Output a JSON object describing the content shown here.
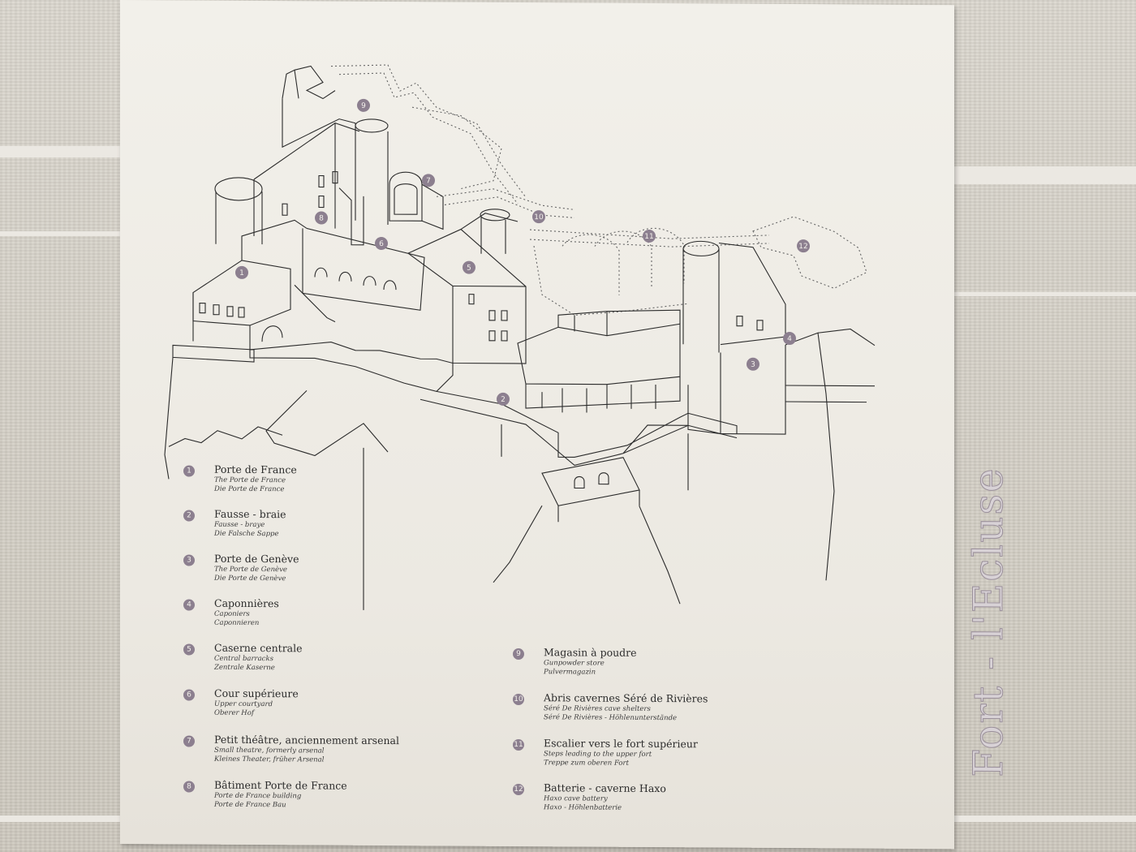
{
  "title": "Fort - l'Ecluse",
  "legend": [
    {
      "num": "1",
      "fr": "Porte de France",
      "en": "The Porte de France",
      "de": "Die Porte de France"
    },
    {
      "num": "2",
      "fr": "Fausse - braie",
      "en": "Fausse - braye",
      "de": "Die Falsche Sappe"
    },
    {
      "num": "3",
      "fr": "Porte de Genève",
      "en": "The Porte de Genève",
      "de": "Die Porte de Genève"
    },
    {
      "num": "4",
      "fr": "Caponnières",
      "en": "Caponiers",
      "de": "Caponnieren"
    },
    {
      "num": "5",
      "fr": "Caserne centrale",
      "en": "Central barracks",
      "de": "Zentrale Kaserne"
    },
    {
      "num": "6",
      "fr": "Cour supérieure",
      "en": "Upper courtyard",
      "de": "Oberer Hof"
    },
    {
      "num": "7",
      "fr": "Petit théâtre, anciennement arsenal",
      "en": "Small theatre, formerly arsenal",
      "de": "Kleines Theater, früher Arsenal"
    },
    {
      "num": "8",
      "fr": "Bâtiment Porte de France",
      "en": "Porte de France building",
      "de": "Porte de France Bau"
    },
    {
      "num": "9",
      "fr": "Magasin à poudre",
      "en": "Gunpowder store",
      "de": "Pulvermagazin"
    },
    {
      "num": "10",
      "fr": "Abris cavernes Séré de Rivières",
      "en": "Séré De Rivières cave shelters",
      "de": "Séré De Rivières - Höhlenunterstände"
    },
    {
      "num": "11",
      "fr": "Escalier vers le fort supérieur",
      "en": "Steps leading to the upper fort",
      "de": "Treppe zum oberen Fort"
    },
    {
      "num": "12",
      "fr": "Batterie - caverne Haxo",
      "en": "Haxo cave battery",
      "de": "Haxo - Höhlenbatterie"
    }
  ],
  "map_markers": [
    "1",
    "2",
    "3",
    "4",
    "5",
    "6",
    "7",
    "8",
    "9",
    "10",
    "11",
    "12"
  ],
  "colors": {
    "panel": "#eeebe4",
    "wall": "#d4d0c7",
    "ink": "#2b2b2b",
    "marker": "#8c7f8f"
  }
}
